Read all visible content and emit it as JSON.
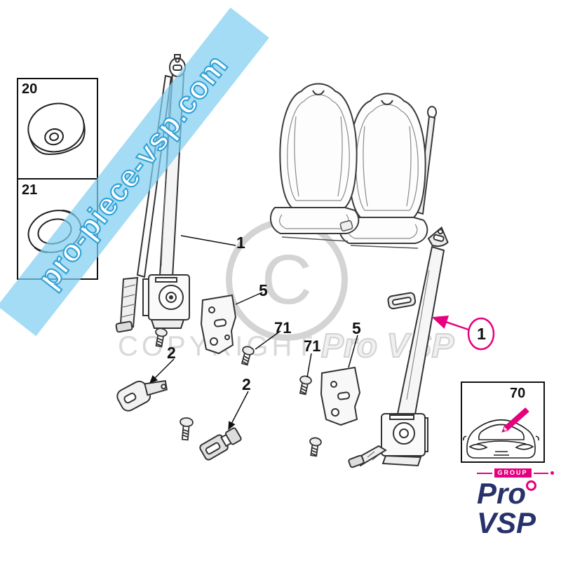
{
  "banner": {
    "text": "pro-piece-vsp.com"
  },
  "watermarks": {
    "copyright": "COPYRIGHT",
    "symbol": "C",
    "brand": "Pro VSP"
  },
  "insets": {
    "top": {
      "items": [
        {
          "name": "grommet",
          "label": "20"
        },
        {
          "name": "ring",
          "label": "21"
        }
      ]
    },
    "bottom": {
      "name": "car-option",
      "label": "70"
    }
  },
  "part_labels": {
    "belt_left": "1",
    "bracket_left": "5",
    "screw_left": "71",
    "buckle": "2",
    "tongue": "2",
    "screw_mid": "71",
    "bracket_mid": "5",
    "belt_right": "1"
  },
  "logo": {
    "ribbon": "GROUP",
    "line1": "Pro",
    "line2": "VSP"
  },
  "colors": {
    "accent_pink": "#e6007e",
    "banner_blue": "#80cff0",
    "navy": "#27316b",
    "watermark_gray": "#d4d4d4",
    "line_art": "#333333"
  }
}
